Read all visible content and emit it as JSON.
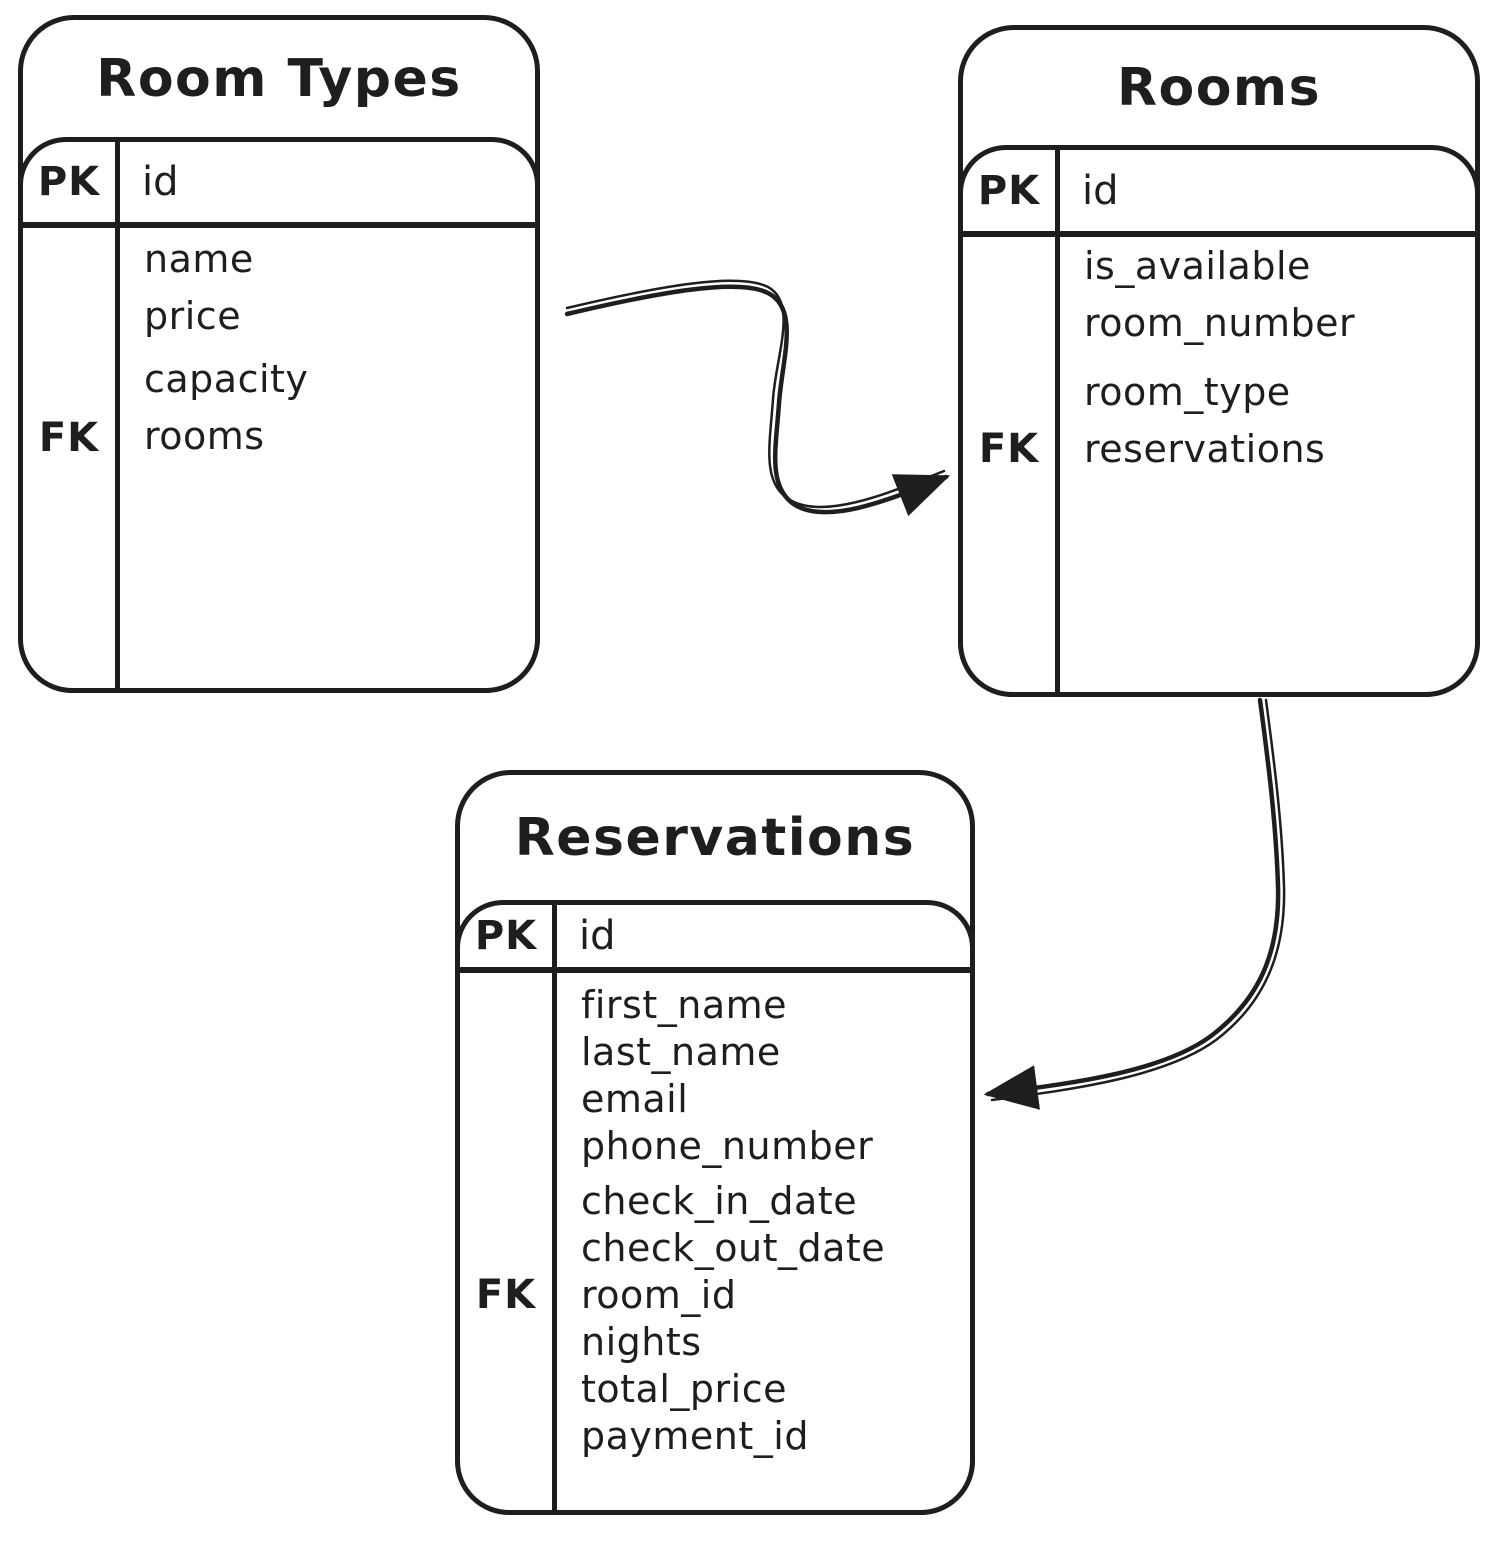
{
  "diagram": {
    "type": "entity-relationship",
    "colors": {
      "stroke": "#1e1e1e",
      "background": "#ffffff"
    },
    "tables": {
      "room_types": {
        "title": "Room Types",
        "pk_label": "PK",
        "pk_field": "id",
        "fields": [
          {
            "key": "",
            "name": "name"
          },
          {
            "key": "",
            "name": "price"
          },
          {
            "key": "",
            "name": "capacity"
          },
          {
            "key": "FK",
            "name": "rooms"
          }
        ]
      },
      "rooms": {
        "title": "Rooms",
        "pk_label": "PK",
        "pk_field": "id",
        "fields": [
          {
            "key": "",
            "name": "is_available"
          },
          {
            "key": "",
            "name": "room_number"
          },
          {
            "key": "",
            "name": "room_type"
          },
          {
            "key": "FK",
            "name": "reservations"
          }
        ]
      },
      "reservations": {
        "title": "Reservations",
        "pk_label": "PK",
        "pk_field": "id",
        "fields": [
          {
            "key": "",
            "name": "first_name"
          },
          {
            "key": "",
            "name": "last_name"
          },
          {
            "key": "",
            "name": "email"
          },
          {
            "key": "",
            "name": "phone_number"
          },
          {
            "key": "",
            "name": "check_in_date"
          },
          {
            "key": "",
            "name": "check_out_date"
          },
          {
            "key": "FK",
            "name": "room_id"
          },
          {
            "key": "",
            "name": "nights"
          },
          {
            "key": "",
            "name": "total_price"
          },
          {
            "key": "",
            "name": "payment_id"
          }
        ]
      }
    },
    "relationships": [
      {
        "from": "Room Types",
        "to": "Rooms"
      },
      {
        "from": "Rooms",
        "to": "Reservations"
      }
    ]
  }
}
